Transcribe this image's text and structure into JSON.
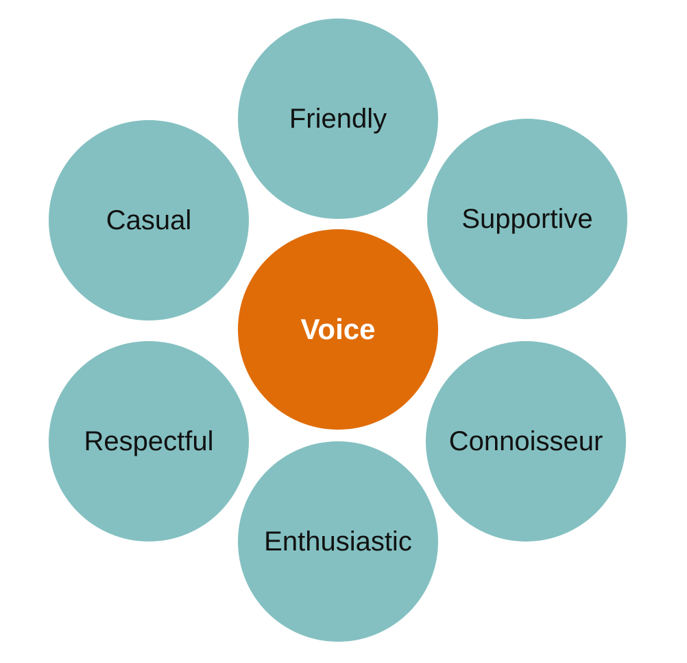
{
  "colors": {
    "petal": "#84c0c1",
    "center": "#e06c08",
    "petal_text": "#111111",
    "center_text": "#ffffff"
  },
  "center": {
    "label": "Voice"
  },
  "petals": [
    {
      "label": "Friendly"
    },
    {
      "label": "Supportive"
    },
    {
      "label": "Connoisseur"
    },
    {
      "label": "Enthusiastic"
    },
    {
      "label": "Respectful"
    },
    {
      "label": "Casual"
    }
  ]
}
